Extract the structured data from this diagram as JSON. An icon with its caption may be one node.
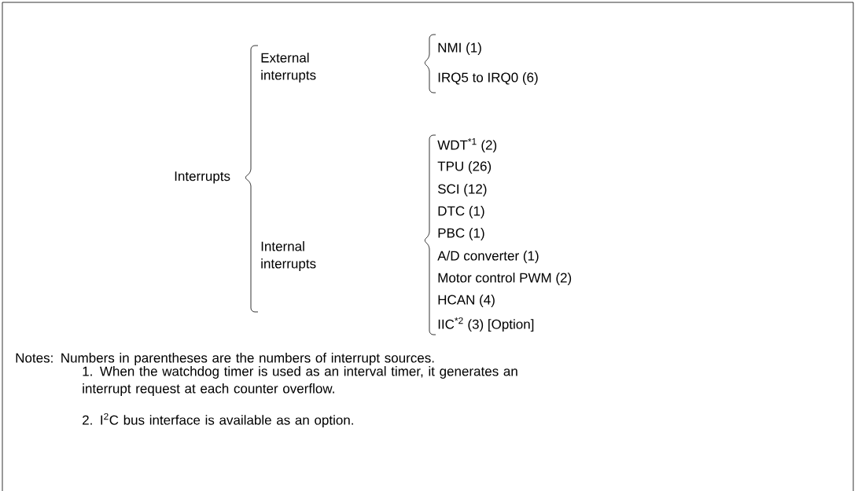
{
  "diagram": {
    "nodes": [
      {
        "text": [
          "Interrupts"
        ]
      },
      {
        "text": [
          "External interrupts"
        ]
      },
      {
        "text": [
          "Internal interrupts"
        ]
      },
      {
        "text": [
          "NMI (1)"
        ]
      },
      {
        "text": [
          "IRQ5 to IRQ0 (6)"
        ]
      },
      {
        "text": [
          "WDT$^{*1}$ (2)"
        ]
      },
      {
        "text": [
          "TPU (26)"
        ]
      },
      {
        "text": [
          "SCI (12)"
        ]
      },
      {
        "text": [
          "DTC (1)"
        ]
      },
      {
        "text": [
          "PBC (1)"
        ]
      },
      {
        "text": [
          "A/D converter (1)"
        ]
      },
      {
        "text": [
          "Motor control PWM (2)"
        ]
      },
      {
        "text": [
          "HCAN (4)"
        ]
      },
      {
        "text": [
          "IIC$^{*2}$ (3) [Option]"
        ]
      }
    ],
    "labels": [
      "Notes: Numbers in parentheses are the numbers of interrupt sources.",
      "1. When the watchdog timer is used as an interval timer, it generates an interrupt request at each counter overflow.",
      "2. I$^{2}$C bus interface is available as an option."
    ]
  }
}
